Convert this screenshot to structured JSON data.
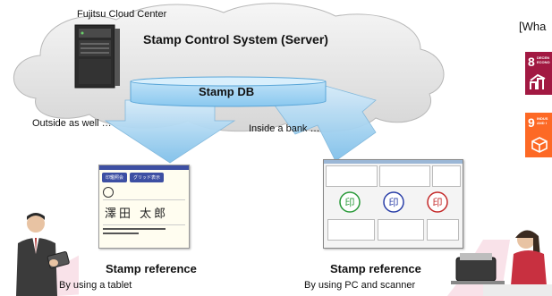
{
  "cloud": {
    "center_label": "Fujitsu Cloud Center",
    "system_label": "Stamp Control System (Server)",
    "db_label": "Stamp DB"
  },
  "flows": {
    "outside_label": "Outside as well …",
    "inside_label": "Inside a bank …"
  },
  "left": {
    "title": "Stamp reference",
    "caption": "By using a tablet",
    "screen": {
      "button_1": "印鑑照会",
      "button_2": "グリッド表示",
      "name_text": "澤田 太郎"
    }
  },
  "right": {
    "title": "Stamp reference",
    "caption": "By using PC and scanner",
    "screen": {
      "stamp_char": "印"
    }
  },
  "sdg": {
    "header": "[Wha",
    "tile_8_number": "8",
    "tile_8_text": "DECEN ECONO",
    "tile_9_number": "9",
    "tile_9_text": "INDUS AND I"
  }
}
